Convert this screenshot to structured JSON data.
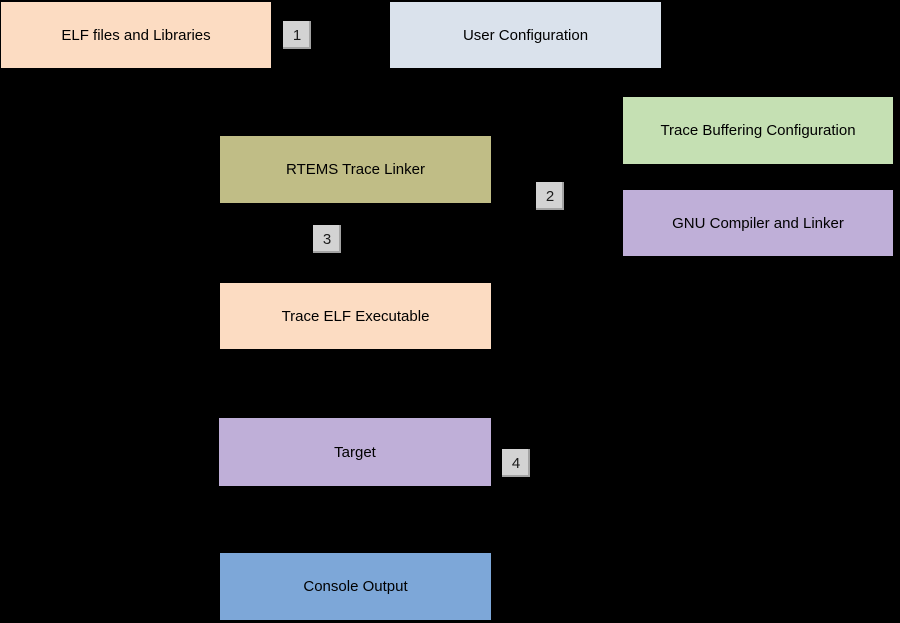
{
  "diagram": {
    "background_color": "#000000",
    "text_color": "#000000",
    "step_badge_color": "#d3d3d3",
    "nodes": [
      {
        "id": "elf-files",
        "label": "ELF files and Libraries",
        "fill": "#fcdcc2"
      },
      {
        "id": "user-configuration",
        "label": "User Configuration",
        "fill": "#dae2ec"
      },
      {
        "id": "trace-buffering",
        "label": "Trace Buffering Configuration",
        "fill": "#c5e0b3"
      },
      {
        "id": "gnu-compiler",
        "label": "GNU Compiler and Linker",
        "fill": "#bfafd8"
      },
      {
        "id": "rtems-trace-linker",
        "label": "RTEMS Trace Linker",
        "fill": "#c0bd86"
      },
      {
        "id": "trace-elf-executable",
        "label": "Trace ELF Executable",
        "fill": "#fcdcc2"
      },
      {
        "id": "target",
        "label": "Target",
        "fill": "#bfafd8"
      },
      {
        "id": "console-output",
        "label": "Console Output",
        "fill": "#7da7d8"
      }
    ],
    "steps": [
      {
        "id": "step-1",
        "label": "1",
        "fill": "#d3d3d3"
      },
      {
        "id": "step-2",
        "label": "2",
        "fill": "#d3d3d3"
      },
      {
        "id": "step-3",
        "label": "3",
        "fill": "#d3d3d3"
      },
      {
        "id": "step-4",
        "label": "4",
        "fill": "#d3d3d3"
      }
    ]
  }
}
